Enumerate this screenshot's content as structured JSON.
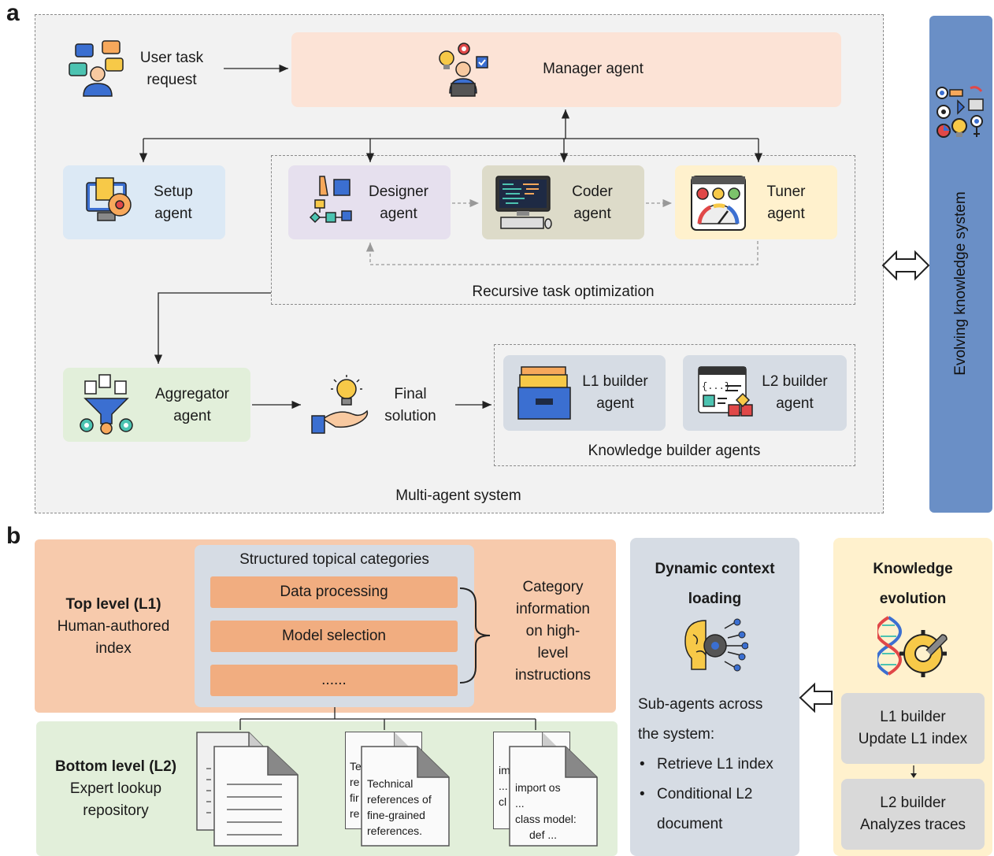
{
  "panel_a": {
    "label": "a",
    "user_task": [
      "User task",
      "request"
    ],
    "manager": "Manager agent",
    "setup": [
      "Setup",
      "agent"
    ],
    "designer": [
      "Designer",
      "agent"
    ],
    "coder": [
      "Coder",
      "agent"
    ],
    "tuner": [
      "Tuner",
      "agent"
    ],
    "recursive": "Recursive task optimization",
    "aggregator": [
      "Aggregator",
      "agent"
    ],
    "final": [
      "Final",
      "solution"
    ],
    "l1_builder": [
      "L1 builder",
      "agent"
    ],
    "l2_builder": [
      "L2 builder",
      "agent"
    ],
    "kb_agents": "Knowledge builder agents",
    "mas": "Multi-agent system",
    "evolving": "Evolving knowledge system"
  },
  "panel_b": {
    "label": "b",
    "categories_title": "Structured topical categories",
    "categories": [
      "Data processing",
      "Model selection",
      "......"
    ],
    "top_level": [
      "Top level  (L1)",
      "Human-authored",
      "index"
    ],
    "category_info": [
      "Category",
      "information",
      "on high-",
      "level",
      "instructions"
    ],
    "bottom_level": [
      "Bottom level (L2)",
      "Expert lookup",
      "repository"
    ],
    "doc2_back": [
      "Te",
      "re",
      "fir",
      "re"
    ],
    "doc2_front": [
      "Technical",
      "references of",
      "fine-grained",
      "references."
    ],
    "doc3_back": [
      "im",
      "...",
      "cl",
      ""
    ],
    "doc3_front": [
      "import os",
      "...",
      "class model:",
      "def ..."
    ],
    "dynamic_title": [
      "Dynamic context",
      "loading"
    ],
    "dynamic_body": [
      "Sub-agents across",
      "the system:"
    ],
    "dynamic_bullets": [
      "Retrieve L1 index",
      "Conditional L2",
      "document"
    ],
    "evolution_title": [
      "Knowledge",
      "evolution"
    ],
    "l1_box": [
      "L1 builder",
      "Update L1 index"
    ],
    "l2_box": [
      "L2 builder",
      "Analyzes traces"
    ]
  },
  "colors": {
    "manager": "#fce3d6",
    "setup": "#dce9f5",
    "designer": "#e6e0ee",
    "coder": "#dddbc9",
    "tuner": "#fff1cd",
    "aggregator": "#e2efda",
    "builder": "#d6dce4",
    "evolving": "#6a8fc6",
    "top_level": "#f7caac",
    "bottom_level": "#e2efda",
    "dynamic": "#d6dce4",
    "evolution": "#fff1cd"
  }
}
